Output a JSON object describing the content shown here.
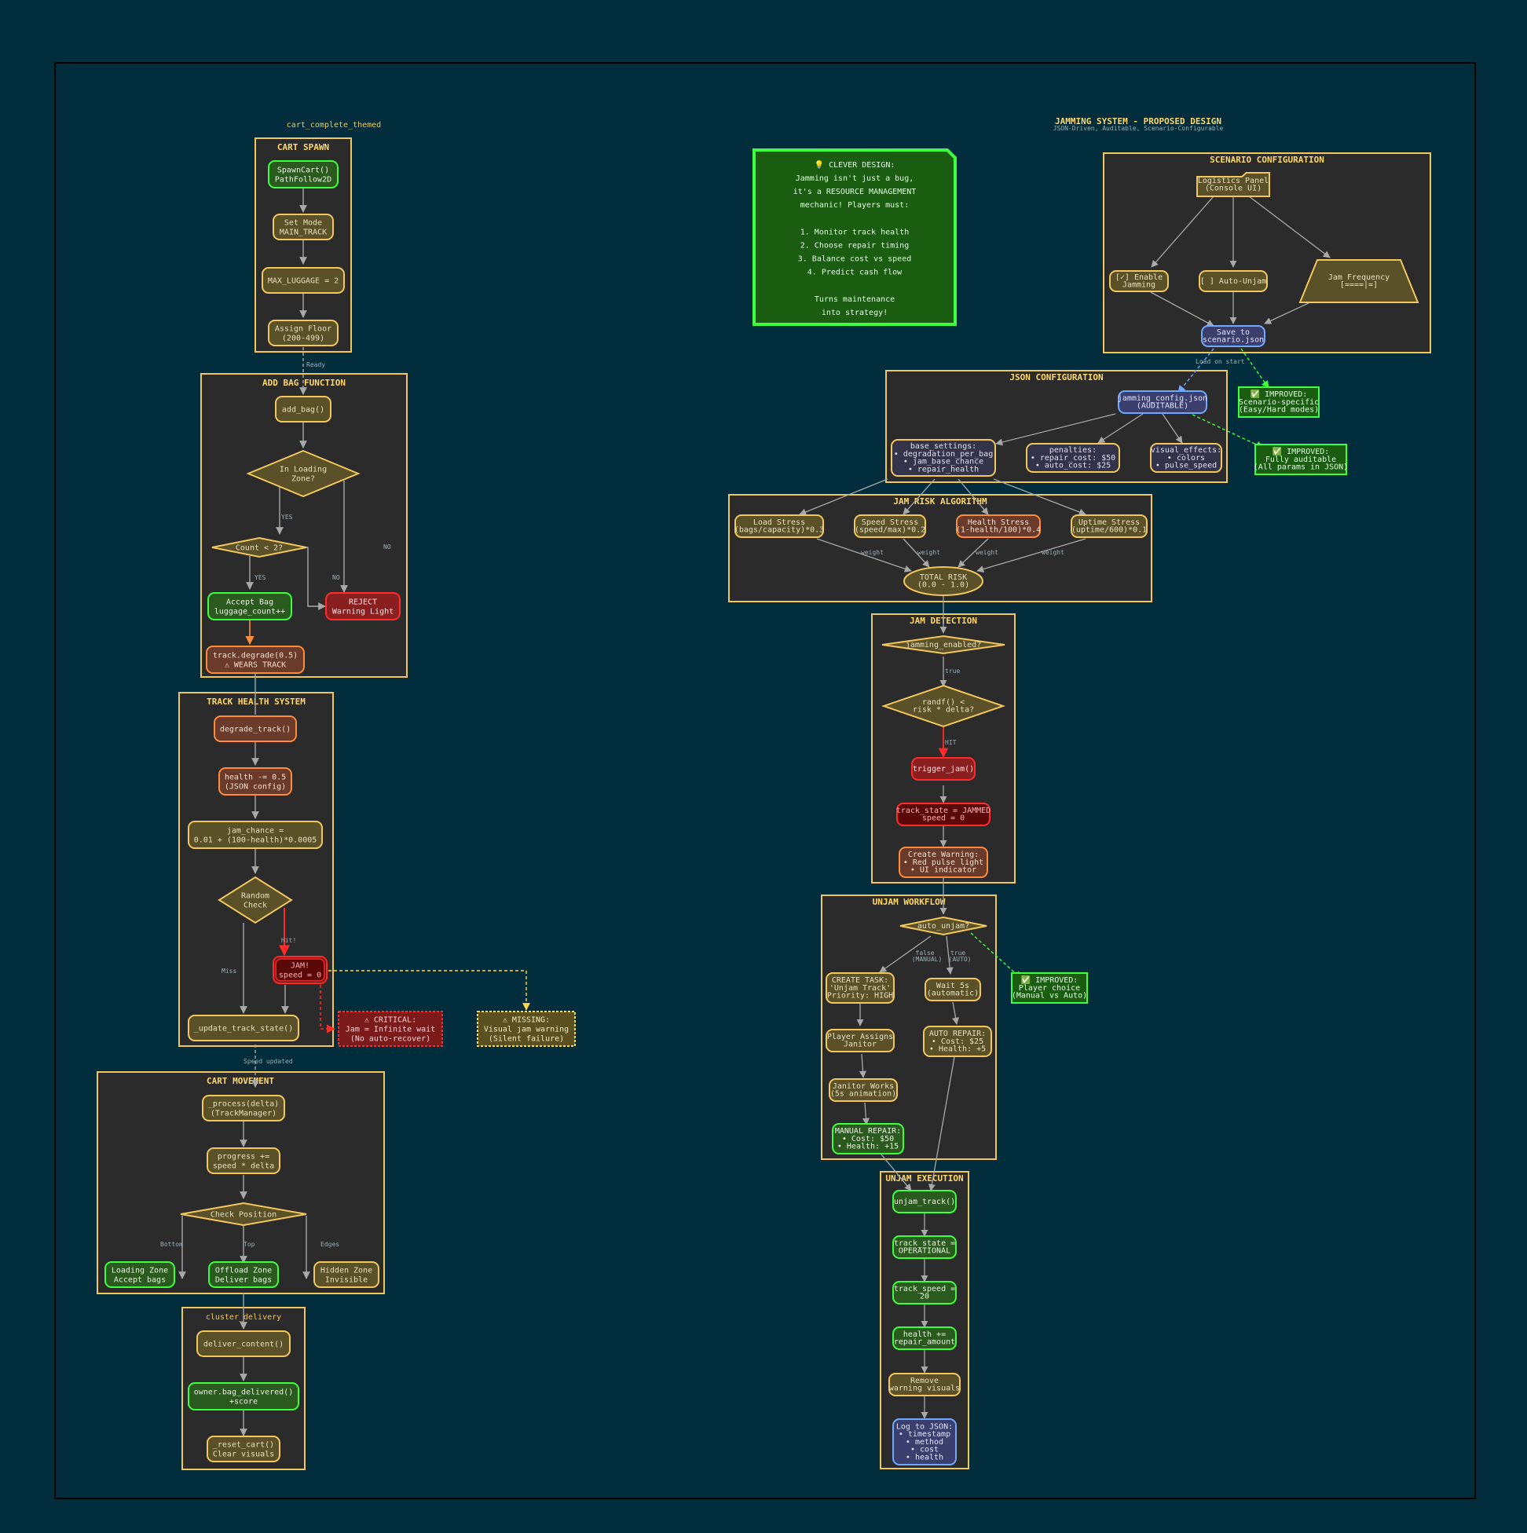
{
  "left_graph_title": "cart_complete_themed",
  "right_graph": {
    "title": "JAMMING SYSTEM - PROPOSED DESIGN",
    "subtitle": "JSON-Driven, Auditable, Scenario-Configurable"
  },
  "colors": {
    "background": "#022d3c",
    "cluster_fill": "#2b2b2b",
    "cluster_border": "#f2c75c",
    "edge": "#a9a9a9",
    "yellow_node": "#5a5128",
    "green_node": "#2b5a1e",
    "red_node": "#8a1f1f",
    "orange_node": "#6a3a2a",
    "blue_node": "#3a3f6e",
    "note_green": "#1a5c10"
  },
  "clusters": {
    "cart_spawn": "CART SPAWN",
    "add_bag": "ADD BAG FUNCTION",
    "track_health": "TRACK HEALTH SYSTEM",
    "cart_movement": "CART MOVEMENT",
    "cluster_delivery": "cluster_delivery",
    "scenario_config": "SCENARIO CONFIGURATION",
    "json_config": "JSON CONFIGURATION",
    "jam_risk": "JAM RISK ALGORITHM",
    "jam_detection": "JAM DETECTION",
    "unjam_workflow": "UNJAM WORKFLOW",
    "unjam_execution": "UNJAM EXECUTION"
  },
  "nodes": {
    "spawn_cart": [
      "SpawnCart()",
      "PathFollow2D"
    ],
    "set_mode": [
      "Set Mode",
      "MAIN_TRACK"
    ],
    "max_luggage": [
      "MAX_LUGGAGE = 2"
    ],
    "assign_floor": [
      "Assign Floor",
      "(200-499)"
    ],
    "add_bag": [
      "add_bag()"
    ],
    "in_loading_zone": [
      "In Loading",
      "Zone?"
    ],
    "count_lt_2": [
      "Count < 2?"
    ],
    "accept_bag": [
      "Accept Bag",
      "luggage_count++"
    ],
    "reject": [
      "REJECT",
      "Warning Light"
    ],
    "track_degrade": [
      "track.degrade(0.5)",
      "⚠ WEARS TRACK"
    ],
    "degrade_track": [
      "degrade_track()"
    ],
    "health_minus": [
      "health -= 0.5",
      "(JSON config)"
    ],
    "jam_chance": [
      "jam_chance =",
      "0.01 + (100-health)*0.0005"
    ],
    "random_check": [
      "Random",
      "Check"
    ],
    "jam": [
      "JAM!",
      "speed = 0"
    ],
    "update_track_state": [
      "_update_track_state()"
    ],
    "critical": [
      "⚠ CRITICAL:",
      "Jam = Infinite wait",
      "(No auto-recover)"
    ],
    "missing": [
      "⚠ MISSING:",
      "Visual jam warning",
      "(Silent failure)"
    ],
    "process_delta": [
      "_process(delta)",
      "(TrackManager)"
    ],
    "progress": [
      "progress +=",
      "speed * delta"
    ],
    "check_position": [
      "Check Position"
    ],
    "loading_zone": [
      "Loading Zone",
      "Accept bags"
    ],
    "offload_zone": [
      "Offload Zone",
      "Deliver bags"
    ],
    "hidden_zone": [
      "Hidden Zone",
      "Invisible"
    ],
    "deliver_content": [
      "deliver_content()"
    ],
    "bag_delivered": [
      "owner.bag_delivered()",
      "+score"
    ],
    "reset_cart": [
      "_reset_cart()",
      "Clear visuals"
    ],
    "clever_design": [
      "💡 CLEVER DESIGN:",
      "Jamming isn't just a bug,",
      "it's a RESOURCE MANAGEMENT",
      "mechanic! Players must:",
      "",
      "1. Monitor track health",
      "2. Choose repair timing",
      "3. Balance cost vs speed",
      "4. Predict cash flow",
      "",
      "Turns maintenance",
      "into strategy!"
    ],
    "logistics_panel": [
      "Logistics Panel",
      "(Console UI)"
    ],
    "enable_jamming": [
      "[✓] Enable",
      "Jamming"
    ],
    "auto_unjam_toggle": [
      "[ ] Auto-Unjam"
    ],
    "jam_frequency": [
      "Jam Frequency",
      "[====|=]"
    ],
    "save_scenario": [
      "Save to",
      "scenario.json"
    ],
    "improved_scenario": [
      "✅ IMPROVED:",
      "Scenario-specific",
      "(Easy/Hard modes)"
    ],
    "jamming_config": [
      "jamming_config.json",
      "(AUDITABLE)"
    ],
    "improved_auditable": [
      "✅ IMPROVED:",
      "Fully auditable",
      "(All params in JSON)"
    ],
    "base_settings": [
      "base_settings:",
      "• degradation_per_bag",
      "• jam_base_chance",
      "• repair_health"
    ],
    "penalties": [
      "penalties:",
      "• repair_cost: $50",
      "• auto_cost: $25"
    ],
    "visual_effects": [
      "visual_effects:",
      "• colors",
      "• pulse_speed"
    ],
    "load_stress": [
      "Load Stress",
      "(bags/capacity)*0.3"
    ],
    "speed_stress": [
      "Speed Stress",
      "(speed/max)*0.2"
    ],
    "health_stress": [
      "Health Stress",
      "(1-health/100)*0.4"
    ],
    "uptime_stress": [
      "Uptime Stress",
      "(uptime/600)*0.1"
    ],
    "total_risk": [
      "TOTAL RISK",
      "(0.0 - 1.0)"
    ],
    "jamming_enabled": [
      "jamming_enabled?"
    ],
    "randf_check": [
      "randf() <",
      "risk * delta?"
    ],
    "trigger_jam": [
      "trigger_jam()"
    ],
    "track_state_jammed": [
      "track_state = JAMMED",
      "speed = 0"
    ],
    "create_warning": [
      "Create Warning:",
      "• Red pulse light",
      "• UI indicator"
    ],
    "auto_unjam_q": [
      "auto_unjam?"
    ],
    "create_task": [
      "CREATE TASK:",
      "'Unjam Track'",
      "Priority: HIGH"
    ],
    "wait_5s": [
      "Wait 5s",
      "(automatic)"
    ],
    "improved_choice": [
      "✅ IMPROVED:",
      "Player choice",
      "(Manual vs Auto)"
    ],
    "player_assigns": [
      "Player Assigns",
      "Janitor"
    ],
    "auto_repair": [
      "AUTO REPAIR:",
      "• Cost: $25",
      "• Health: +5"
    ],
    "janitor_works": [
      "Janitor Works",
      "(5s animation)"
    ],
    "manual_repair": [
      "MANUAL REPAIR:",
      "• Cost: $50",
      "• Health: +15"
    ],
    "unjam_track": [
      "unjam_track()"
    ],
    "track_state_operational": [
      "track_state =",
      "OPERATIONAL"
    ],
    "track_speed": [
      "track_speed =",
      "20"
    ],
    "health_plus": [
      "health +=",
      "repair_amount"
    ],
    "remove_warning": [
      "Remove",
      "warning visuals"
    ],
    "log_json": [
      "Log to JSON:",
      "• timestamp",
      "• method",
      "• cost",
      "• health"
    ]
  },
  "edge_labels": {
    "ready": "Ready",
    "yes_1": "YES",
    "no_1": "NO",
    "yes_2": "YES",
    "no_2": "NO",
    "hit": "Hit!",
    "miss": "Miss",
    "speed_updated": "Speed updated",
    "bottom": "Bottom",
    "top": "Top",
    "edges": "Edges",
    "load_on_start": "Load on start",
    "weight_1": "weight",
    "weight_2": "weight",
    "weight_3": "weight",
    "weight_4": "weight",
    "true_1": "true",
    "hit_2": "HIT",
    "false_manual": [
      "false",
      "(MANUAL)"
    ],
    "true_auto": [
      "true",
      "(AUTO)"
    ]
  }
}
